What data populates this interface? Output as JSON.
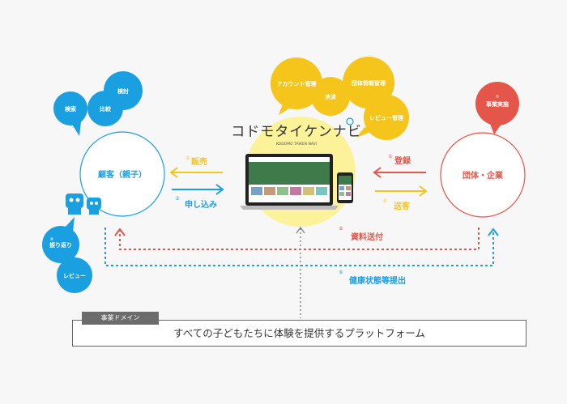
{
  "logo": {
    "text": "コドモタイケンナビ",
    "subtext": "KODOMO TAIKEN NAVI"
  },
  "platform_bubbles": [
    "アカウント管理",
    "決済",
    "団体情報管理",
    "レビュー管理"
  ],
  "customer": {
    "label": "顧客（親子）",
    "bubbles": [
      "検索",
      "比較",
      "検討"
    ],
    "feedback": [
      "振り返り",
      "レビュー"
    ]
  },
  "organization": {
    "label": "団体・企業",
    "bubbles": [
      "事業実施"
    ]
  },
  "flows": {
    "sales": {
      "num": "②",
      "label": "販売"
    },
    "apply": {
      "num": "③",
      "label": "申し込み"
    },
    "register": {
      "num": "①",
      "label": "登録"
    },
    "send": {
      "num": "④",
      "label": "送客"
    },
    "materials": {
      "num": "⑤",
      "label": "資料送付"
    },
    "health": {
      "num": "⑥",
      "label": "健康状態等提出"
    },
    "review_num": "⑧",
    "implement_num": "⑦"
  },
  "domain": {
    "tag": "事業ドメイン",
    "text": "すべての子どもたちに体験を提供するプラットフォーム"
  },
  "colors": {
    "blue": "#1a9fe0",
    "yellow": "#f6c51b",
    "red": "#e5564a",
    "yellow_light": "#fbf29a"
  }
}
